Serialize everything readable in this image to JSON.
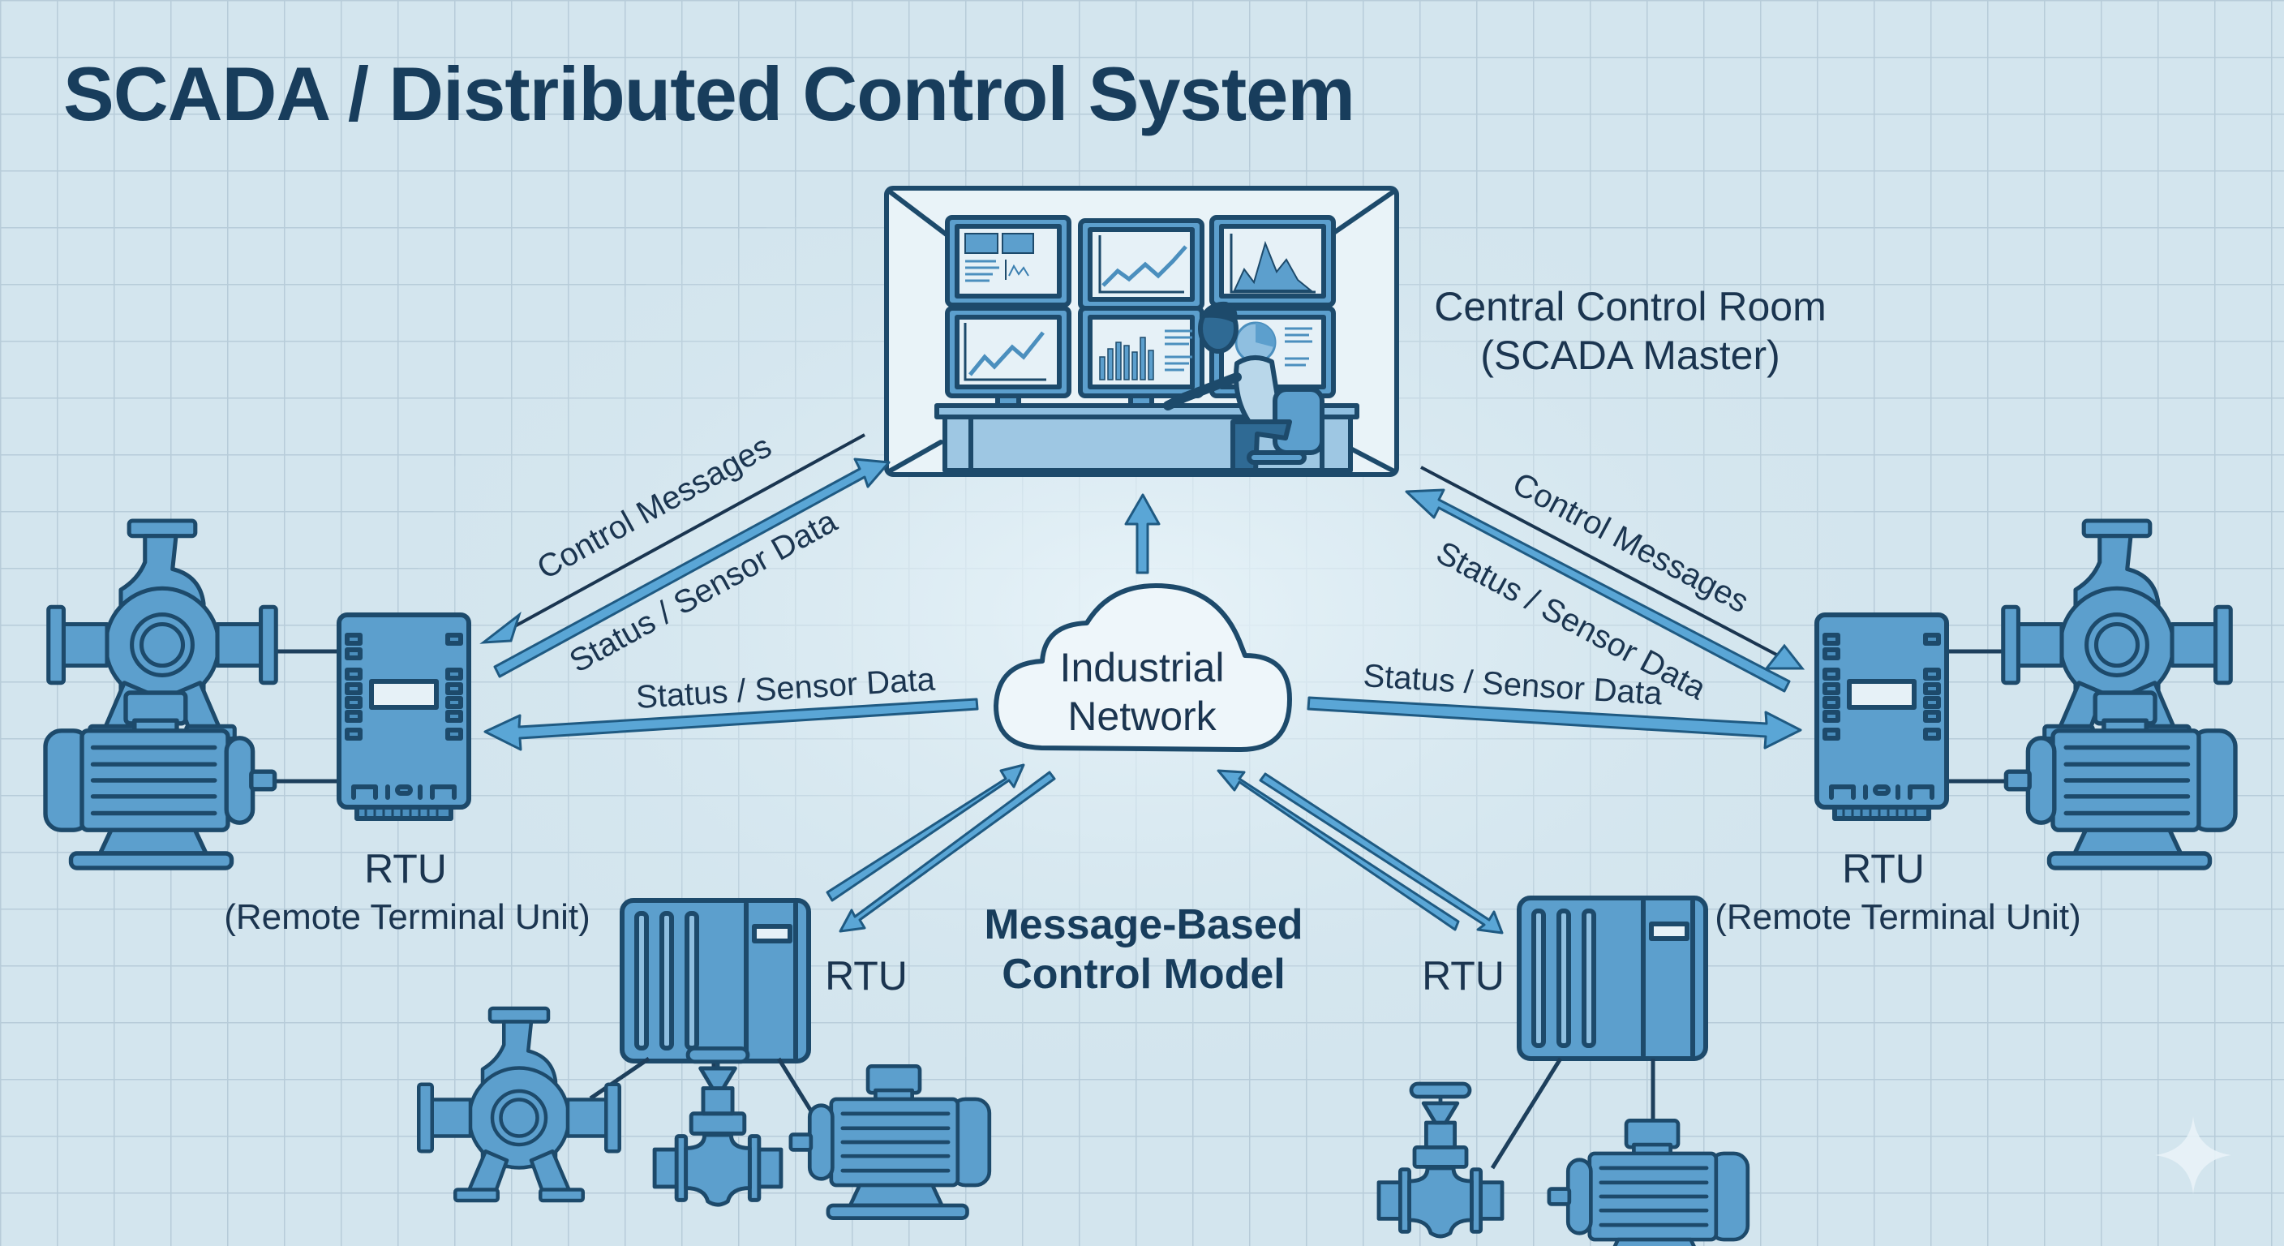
{
  "title": "SCADA / Distributed Control System",
  "control_room": {
    "label_line1": "Central Control Room",
    "label_line2": "(SCADA Master)",
    "operator": "operator-at-workstation",
    "monitors": [
      "dashboard",
      "line-chart",
      "area-chart",
      "trend-chart",
      "bar-chart",
      "pie-chart"
    ]
  },
  "network": {
    "label_line1": "Industrial",
    "label_line2": "Network"
  },
  "center_caption": {
    "line1": "Message-Based",
    "line2": "Control Model"
  },
  "flows": {
    "control_messages": "Control Messages",
    "status_sensor_data": "Status / Sensor Data"
  },
  "rtus": [
    {
      "id": "left",
      "label": "RTU",
      "sublabel": "(Remote Terminal Unit)",
      "equipment": [
        "pump",
        "motor"
      ]
    },
    {
      "id": "right",
      "label": "RTU",
      "sublabel": "(Remote Terminal Unit)",
      "equipment": [
        "pump",
        "motor"
      ]
    },
    {
      "id": "bottom-left",
      "label": "RTU",
      "equipment": [
        "pump",
        "valve",
        "motor"
      ]
    },
    {
      "id": "bottom-right",
      "label": "RTU",
      "equipment": [
        "valve",
        "motor"
      ]
    }
  ],
  "colors": {
    "background": "#d3e5ee",
    "grid": "#b2c9d7",
    "equipment_fill": "#5c9fcd",
    "outline": "#1d4a6b",
    "arrow": "#5aa6d6",
    "title_text": "#183d5c"
  },
  "watermark": "sparkle-icon"
}
